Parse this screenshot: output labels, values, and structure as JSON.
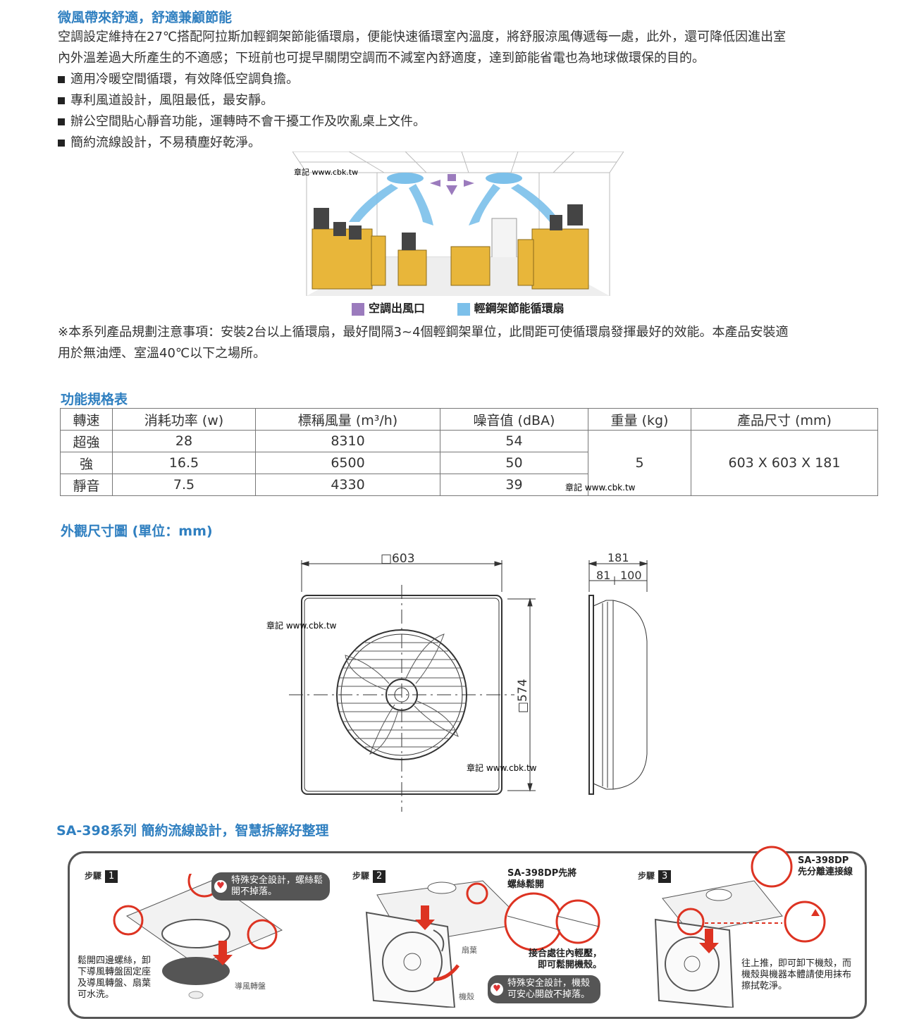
{
  "intro": {
    "title": "微風帶來舒適，舒適兼顧節能",
    "para_line1": "空調設定維持在27℃搭配阿拉斯加輕鋼架節能循環扇，便能快速循環室內溫度，將舒服涼風傳遞每一處，此外，還可降低因進出室",
    "para_line2": "內外溫差過大所產生的不適感；下班前也可提早關閉空調而不減室內舒適度，達到節能省電也為地球做環保的目的。",
    "bullets": [
      "適用冷暖空間循環，有效降低空調負擔。",
      "專利風道設計，風阻最低，最安靜。",
      "辦公空間貼心靜音功能，運轉時不會干擾工作及吹亂桌上文件。",
      "簡約流線設計，不易積塵好乾淨。"
    ]
  },
  "office_figure": {
    "watermark": "章記 www.cbk.tw",
    "legend": [
      {
        "label": "空調出風口",
        "color": "#9b7bbd"
      },
      {
        "label": "輕鋼架節能循環扇",
        "color": "#7cc0ea"
      }
    ]
  },
  "notice": {
    "line1": "※本系列產品規劃注意事項：安裝2台以上循環扇，最好間隔3~4個輕鋼架單位，此間距可使循環扇發揮最好的效能。本產品安裝適",
    "line2": "用於無油煙、室溫40℃以下之場所。"
  },
  "spec": {
    "title": "功能規格表",
    "headers": [
      "轉速",
      "消耗功率 (w)",
      "標稱風量 (m³/h)",
      "噪音值 (dBA)",
      "重量 (kg)",
      "產品尺寸 (mm)"
    ],
    "rows": [
      [
        "超強",
        "28",
        "8310",
        "54"
      ],
      [
        "強",
        "16.5",
        "6500",
        "50"
      ],
      [
        "靜音",
        "7.5",
        "4330",
        "39"
      ]
    ],
    "weight": "5",
    "size": "603 X 603 X 181",
    "watermark": "章記 www.cbk.tw"
  },
  "dimension": {
    "title": "外觀尺寸圖 (單位：mm)",
    "width_label": "□603",
    "height_label": "□574",
    "depth_label": "181",
    "depth_a": "81",
    "depth_b": "100",
    "watermark1": "章記 www.cbk.tw",
    "watermark2": "章記 www.cbk.tw"
  },
  "series": {
    "title": "SA-398系列 簡約流線設計，智慧拆解好整理",
    "step_word": "步驟",
    "steps": [
      {
        "num": "1",
        "pill": "特殊安全設計，螺絲鬆開不掉落。",
        "text": "鬆開四邊螺絲，卸下導風轉盤固定座及導風轉盤、扇葉可水洗。",
        "part": "導風轉盤"
      },
      {
        "num": "2",
        "top": "SA-398DP先將螺絲鬆開",
        "mid": "接合處往內輕壓，即可鬆開機殼。",
        "pill": "特殊安全設計，機殼可安心開啟不掉落。",
        "part1": "扇葉",
        "part2": "機殼"
      },
      {
        "num": "3",
        "top": "SA-398DP先分離連接線",
        "text": "往上推，即可卸下機殼，而機殼與機器本體請使用抹布擦拭乾淨。"
      }
    ]
  }
}
